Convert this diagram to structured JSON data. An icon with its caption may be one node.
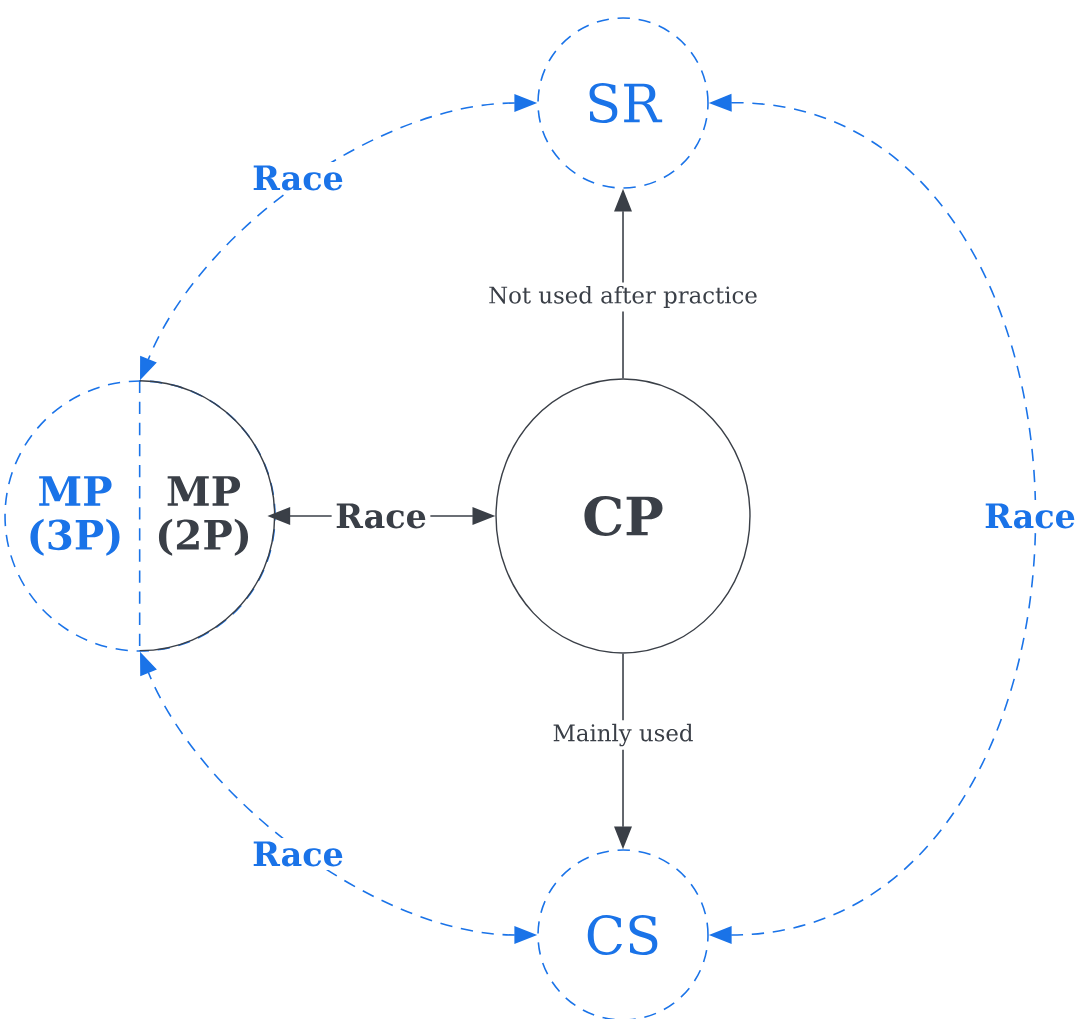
{
  "diagram": {
    "nodes": [
      {
        "text": [
          "SR"
        ]
      },
      {
        "text": [
          "MP (3P)"
        ]
      },
      {
        "text": [
          "MP (2P)"
        ],
        "in": 1
      },
      {
        "text": [
          "CP"
        ]
      },
      {
        "text": [
          "CS"
        ]
      }
    ],
    "edges": [
      {
        "from": 2,
        "to": 3,
        "arrow": "both",
        "label": "Race"
      },
      {
        "from": 3,
        "to": 0,
        "arrow": "to",
        "label": "Not used after practice"
      },
      {
        "from": 3,
        "to": 4,
        "arrow": "to",
        "label": "Mainly used"
      },
      {
        "from": 0,
        "to": 1,
        "arrow": "both",
        "label": "Race",
        "style": "dashed",
        "color": "#1a73e8"
      },
      {
        "from": 4,
        "to": 1,
        "arrow": "both",
        "label": "Race",
        "style": "dashed",
        "color": "#1a73e8"
      },
      {
        "from": 0,
        "to": 4,
        "arrow": "both",
        "label": "Race",
        "style": "dashed",
        "color": "#1a73e8"
      }
    ]
  }
}
